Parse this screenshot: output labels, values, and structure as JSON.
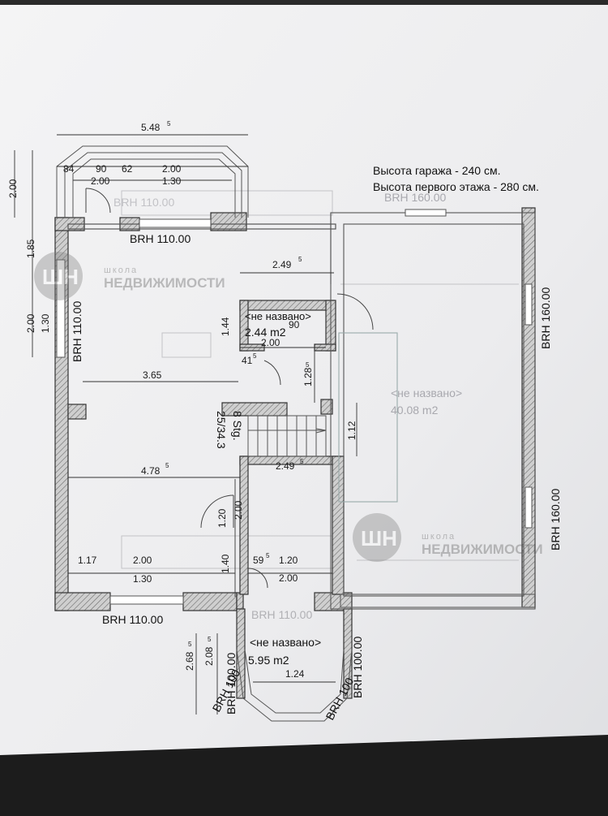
{
  "notes": {
    "garage_height": "Высота гаража - 240 см.",
    "floor_height": "Высота первого этажа - 280 см."
  },
  "watermark": {
    "logo": "ШН",
    "school": "школа",
    "name": "НЕДВИЖИМОСТИ"
  },
  "labels": {
    "brh_top": "BRH 110.00",
    "brh_left": "BRH 110.00",
    "brh_bottom": "BRH 110.00",
    "brh_right_1": "BRH 160.00",
    "brh_right_2": "BRH 160.00",
    "brh_ghost": "BRH 160.00",
    "brh_ghost2": "BRH 110.00",
    "brh_ghost3": "BRH 110.00",
    "brh_porch_1": "BRH 100.00",
    "brh_porch_2": "BRH 100.00",
    "brh_porch_3": "BRH 100",
    "brh_porch_4": "BRH 100",
    "stairs_1": "8 Stg.",
    "stairs_2": "25/34.3"
  },
  "rooms": {
    "small_name": "<не названо>",
    "small_area": "2.44 m2",
    "garage_name": "<не названо>",
    "garage_area": "40.08 m2",
    "porch_name": "<не названо>",
    "porch_area": "5.95 m2"
  },
  "dims": {
    "d548": "5.48",
    "d548s": "5",
    "d84": "84",
    "d90a": "90",
    "d62": "62",
    "d200a": "2.00",
    "d200b": "2.00",
    "d130a": "1.30",
    "d200left": "2.00",
    "d185": "1.85",
    "d200c": "2.00",
    "d130b": "1.30",
    "d249a": "2.49",
    "d249as": "5",
    "d144": "1.44",
    "d90b": "90",
    "d200d": "2.00",
    "d41": "41",
    "d41s": "5",
    "d128": "1.28",
    "d128s": "5",
    "d365": "3.65",
    "d112": "1.12",
    "d249b": "2.49",
    "d249bs": "5",
    "d478": "4.78",
    "d478s": "5",
    "d120": "1.20",
    "d200e": "2.00",
    "d117": "1.17",
    "d200f": "2.00",
    "d130c": "1.30",
    "d140": "1.40",
    "d59": "59",
    "d59s": "5",
    "d120b": "1.20",
    "d200g": "2.00",
    "d268": "2.68",
    "d268s": "5",
    "d208": "2.08",
    "d208s": "5",
    "d124": "1.24"
  }
}
